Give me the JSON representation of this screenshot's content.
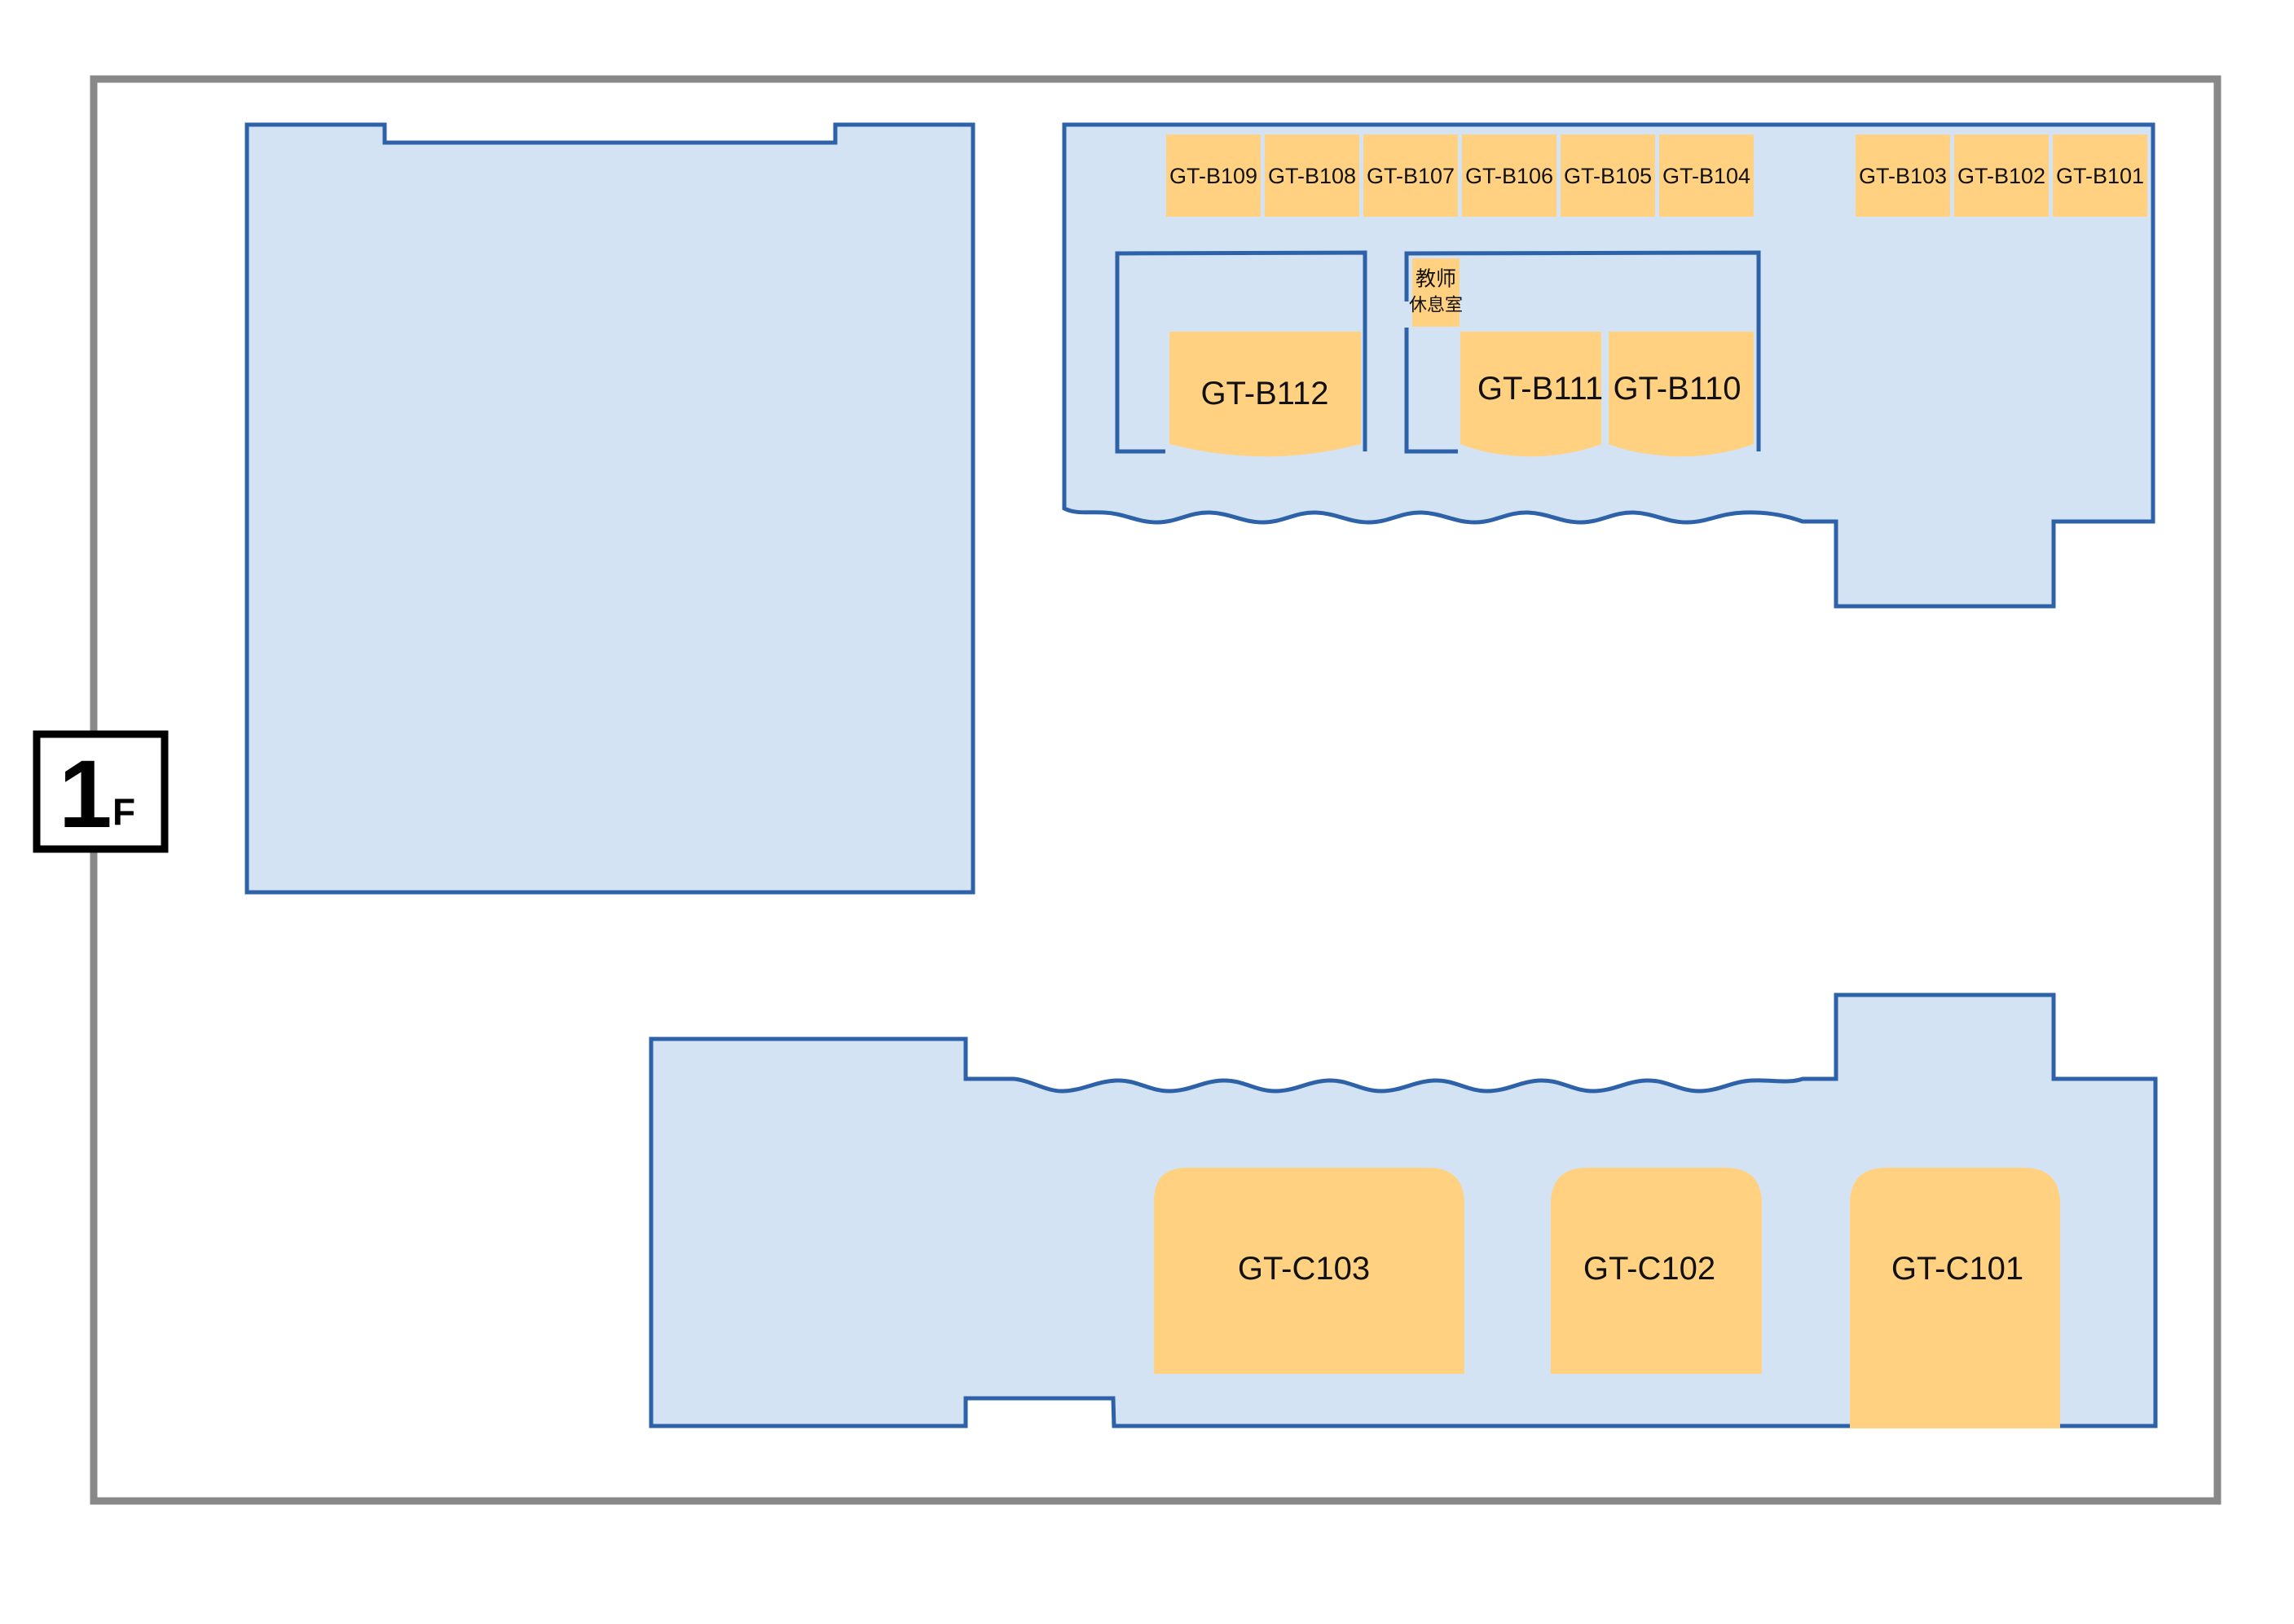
{
  "floor": {
    "number": "1",
    "letter": "F"
  },
  "rooms_small": [
    {
      "id": "GT-B109"
    },
    {
      "id": "GT-B108"
    },
    {
      "id": "GT-B107"
    },
    {
      "id": "GT-B106"
    },
    {
      "id": "GT-B105"
    },
    {
      "id": "GT-B104"
    },
    {
      "id": "GT-B103"
    },
    {
      "id": "GT-B102"
    },
    {
      "id": "GT-B101"
    }
  ],
  "rooms_large": [
    {
      "id": "GT-B112"
    },
    {
      "id": "GT-B111"
    },
    {
      "id": "GT-B110"
    }
  ],
  "teacher_room": {
    "line1": "教师",
    "line2": "休息室"
  },
  "rooms_c": [
    {
      "id": "GT-C103"
    },
    {
      "id": "GT-C102"
    },
    {
      "id": "GT-C101"
    }
  ],
  "colors": {
    "building_fill": "#d4e3f4",
    "building_stroke": "#2e62a8",
    "room_fill": "#ffd180",
    "border": "#888888"
  }
}
